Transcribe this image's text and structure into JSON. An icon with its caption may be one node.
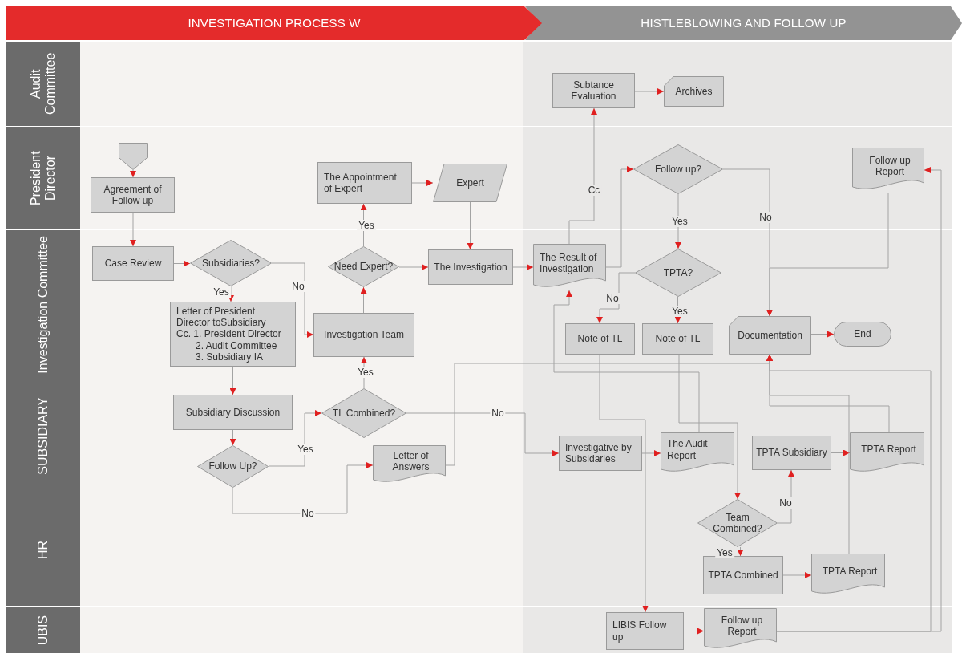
{
  "diagram": {
    "nodes": [
      {
        "text": [
          "INVESTIGATION PROCESS W"
        ]
      },
      {
        "text": [
          "HISTLEBLOWING AND FOLLOW UP"
        ]
      },
      {
        "text": [
          "Audit Committee"
        ]
      },
      {
        "text": [
          "President Director"
        ]
      },
      {
        "text": [
          "Investigation Committee"
        ]
      },
      {
        "text": [
          "SUBSIDIARY"
        ]
      },
      {
        "text": [
          "HR"
        ]
      },
      {
        "text": [
          "UBIS"
        ]
      },
      {
        "text": [],
        "shape": "pentagon",
        "in": 3
      },
      {
        "text": [
          "Agreement of Follow up"
        ],
        "in": 3
      },
      {
        "text": [
          "The Appointment of Expert"
        ],
        "in": 3
      },
      {
        "text": [
          "Expert"
        ],
        "in": 3
      },
      {
        "text": [
          "Follow up?"
        ],
        "in": 3
      },
      {
        "text": [
          "Follow up Report"
        ],
        "in": 3
      },
      {
        "text": [
          "Subtance Evaluation"
        ],
        "in": 2
      },
      {
        "text": [
          "Archives"
        ],
        "in": 2
      },
      {
        "text": [
          "Case Review"
        ],
        "in": 4
      },
      {
        "text": [
          "Subsidiaries?"
        ],
        "in": 4
      },
      {
        "text": [
          "Letter of President Director toSubsidiary",
          "Cc. 1. President Director",
          "2. Audit Committee",
          "3. Subsidiary IA"
        ],
        "in": 4
      },
      {
        "text": [
          "Need Expert?"
        ],
        "in": 4
      },
      {
        "text": [
          "The Investigation"
        ],
        "in": 4
      },
      {
        "text": [
          "Investigation Team"
        ],
        "in": 4
      },
      {
        "text": [
          "The Result of Investigation"
        ],
        "in": 4
      },
      {
        "text": [
          "TPTA?"
        ],
        "in": 4
      },
      {
        "text": [
          "Note of TL"
        ],
        "in": 4
      },
      {
        "text": [
          "Note of TL"
        ],
        "in": 4
      },
      {
        "text": [
          "Documentation"
        ],
        "in": 4
      },
      {
        "text": [
          "End"
        ],
        "in": 4
      },
      {
        "text": [
          "Subsidiary Discussion"
        ],
        "in": 5
      },
      {
        "text": [
          "TL Combined?"
        ],
        "in": 5
      },
      {
        "text": [
          "Follow Up?"
        ],
        "in": 5
      },
      {
        "text": [
          "Letter of Answers"
        ],
        "in": 5
      },
      {
        "text": [
          "Investigative by Subsidaries"
        ],
        "in": 5
      },
      {
        "text": [
          "The Audit Report"
        ],
        "in": 5
      },
      {
        "text": [
          "TPTA Subsidiary"
        ],
        "in": 5
      },
      {
        "text": [
          "TPTA Report"
        ],
        "in": 5
      },
      {
        "text": [
          "Team Combined?"
        ],
        "in": 6
      },
      {
        "text": [
          "TPTA Combined"
        ],
        "in": 6
      },
      {
        "text": [
          "TPTA Report"
        ],
        "in": 6
      },
      {
        "text": [
          "LIBIS Follow up"
        ],
        "in": 7
      },
      {
        "text": [
          "Follow up Report"
        ],
        "in": 7
      }
    ],
    "edges": [
      {
        "from": 8,
        "to": 9,
        "arrow": "to"
      },
      {
        "from": 9,
        "to": 16,
        "arrow": "to"
      },
      {
        "from": 16,
        "to": 17,
        "arrow": "to"
      },
      {
        "from": 17,
        "to": 18,
        "arrow": "to",
        "label": "Yes"
      },
      {
        "from": 17,
        "to": 21,
        "arrow": "to",
        "label": "No"
      },
      {
        "from": 21,
        "to": 19,
        "arrow": "to"
      },
      {
        "from": 19,
        "to": 10,
        "arrow": "to",
        "label": "Yes"
      },
      {
        "from": 19,
        "to": 20,
        "arrow": "to"
      },
      {
        "from": 10,
        "to": 11,
        "arrow": "to"
      },
      {
        "from": 11,
        "to": 20,
        "arrow": "to"
      },
      {
        "from": 20,
        "to": 22,
        "arrow": "to"
      },
      {
        "from": 22,
        "to": 14,
        "arrow": "to",
        "label": "Cc"
      },
      {
        "from": 14,
        "to": 15,
        "arrow": "to"
      },
      {
        "from": 22,
        "to": 12,
        "arrow": "to"
      },
      {
        "from": 12,
        "to": 23,
        "arrow": "to",
        "label": "Yes"
      },
      {
        "from": 12,
        "to": 26,
        "arrow": "to",
        "label": "No"
      },
      {
        "from": 13,
        "to": 26,
        "arrow": "to"
      },
      {
        "from": 23,
        "to": 24,
        "arrow": "to",
        "label": "No"
      },
      {
        "from": 23,
        "to": 25,
        "arrow": "to",
        "label": "Yes"
      },
      {
        "from": 26,
        "to": 27,
        "arrow": "to"
      },
      {
        "from": 18,
        "to": 28,
        "arrow": "to"
      },
      {
        "from": 28,
        "to": 30,
        "arrow": "to"
      },
      {
        "from": 30,
        "to": 29,
        "arrow": "to",
        "label": "Yes"
      },
      {
        "from": 29,
        "to": 21,
        "arrow": "to",
        "label": "Yes"
      },
      {
        "from": 30,
        "to": 31,
        "arrow": "to",
        "label": "No"
      },
      {
        "from": 29,
        "to": 32,
        "arrow": "to",
        "label": "No"
      },
      {
        "from": 31,
        "to": 26,
        "arrow": "to"
      },
      {
        "from": 33,
        "to": 22,
        "arrow": "to"
      },
      {
        "from": 24,
        "to": 39,
        "arrow": "to"
      },
      {
        "from": 25,
        "to": 36,
        "arrow": "to"
      },
      {
        "from": 32,
        "to": 33,
        "arrow": "to"
      },
      {
        "from": 34,
        "to": 35,
        "arrow": "to"
      },
      {
        "from": 35,
        "to": 26,
        "arrow": "to"
      },
      {
        "from": 36,
        "to": 34,
        "arrow": "to",
        "label": "No"
      },
      {
        "from": 36,
        "to": 37,
        "arrow": "to",
        "label": "Yes"
      },
      {
        "from": 37,
        "to": 38,
        "arrow": "to"
      },
      {
        "from": 38,
        "to": 26,
        "arrow": "to"
      },
      {
        "from": 39,
        "to": 40,
        "arrow": "to"
      },
      {
        "from": 40,
        "to": 13,
        "arrow": "to"
      },
      {
        "from": 40,
        "to": 26,
        "arrow": "to"
      }
    ]
  }
}
